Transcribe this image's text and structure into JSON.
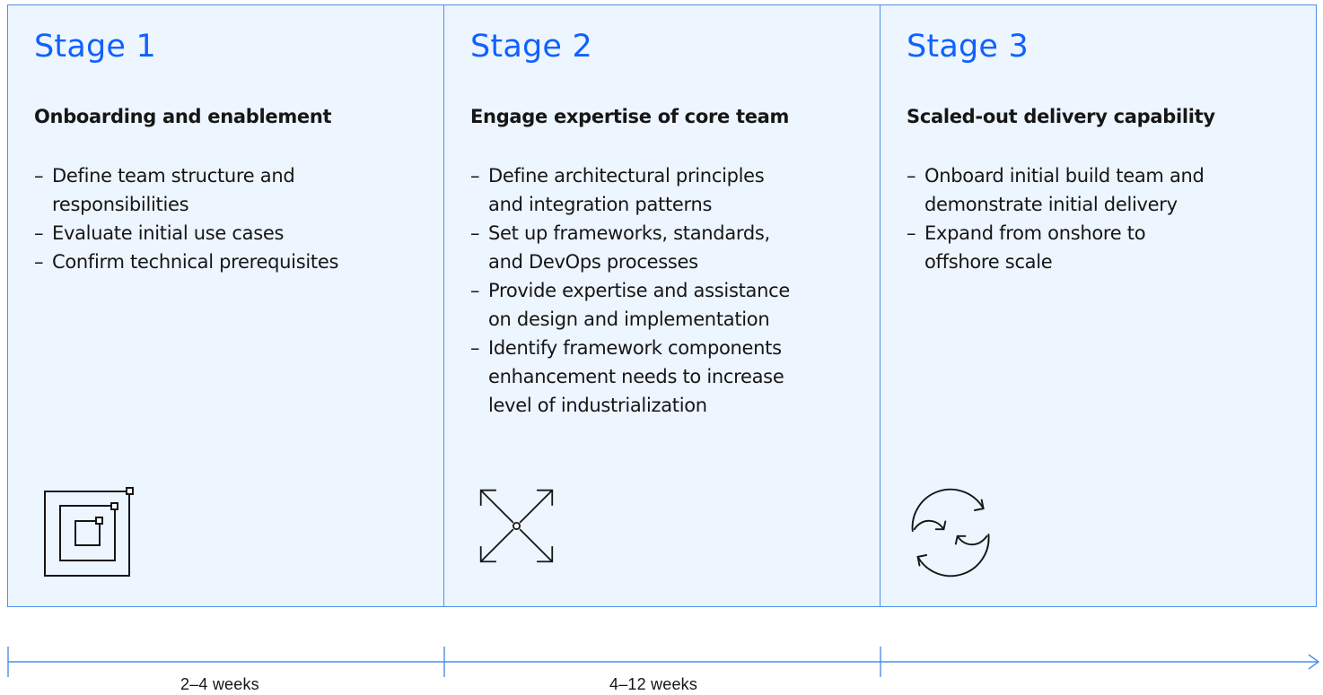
{
  "stages": [
    {
      "title": "Stage 1",
      "subtitle": "Onboarding and enablement",
      "items": [
        "Define team structure and responsibilities",
        "Evaluate initial use cases",
        "Confirm technical prerequisites"
      ],
      "icon": "nested-squares-icon"
    },
    {
      "title": "Stage 2",
      "subtitle": "Engage expertise of core team",
      "items": [
        "Define architectural principles and integration patterns",
        "Set up frameworks, standards, and DevOps processes",
        "Provide expertise and assistance on design and implementation",
        "Identify framework components enhancement needs to increase level of industrialization"
      ],
      "icon": "expand-arrows-icon"
    },
    {
      "title": "Stage 3",
      "subtitle": "Scaled-out delivery capability",
      "items": [
        "Onboard initial build team and demonstrate initial delivery",
        "Expand from onshore to offshore scale"
      ],
      "icon": "cycle-arrows-icon"
    }
  ],
  "timeline": {
    "durations": [
      "2–4 weeks",
      "4–12 weeks"
    ]
  },
  "colors": {
    "accent": "#0f62fe",
    "border": "#4d8fe8",
    "panel_background": "#edf5ff",
    "text": "#161616"
  }
}
